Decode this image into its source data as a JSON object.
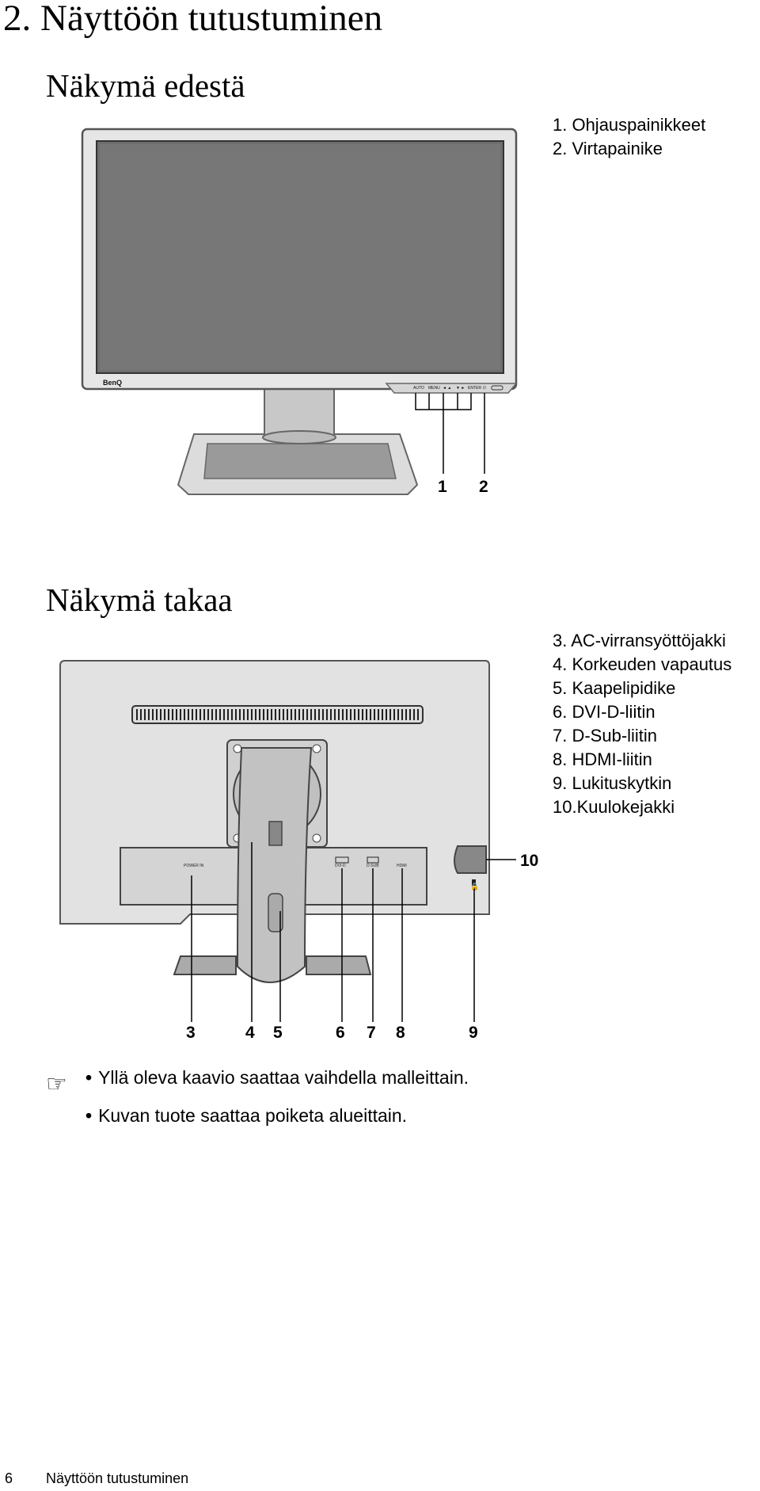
{
  "page_title": "2. Näyttöön tutustuminen",
  "front": {
    "heading": "Näkymä edestä",
    "legend": [
      "1.  Ohjauspainikkeet",
      "2.  Virtapainike"
    ],
    "brand": "BenQ",
    "buttons": [
      "AUTO",
      "MENU",
      "◄ ▲",
      "▼ ►",
      "ENTER",
      "⏻"
    ],
    "callouts": [
      "1",
      "2"
    ]
  },
  "back": {
    "heading": "Näkymä takaa",
    "legend": [
      "3.  AC-virransyöttöjakki",
      "4.  Korkeuden vapautus",
      "5.  Kaapelipidike",
      "6.  DVI-D-liitin",
      "7.  D-Sub-liitin",
      "8.  HDMI-liitin",
      "9.  Lukituskytkin",
      "10.Kuulokejakki"
    ],
    "port_labels": [
      "POWER IN",
      "DVI-D",
      "D-SUB",
      "HDMI"
    ],
    "callouts": [
      "3",
      "4",
      "5",
      "6",
      "7",
      "8",
      "9",
      "10"
    ]
  },
  "notes": [
    "Yllä oleva kaavio saattaa vaihdella malleittain.",
    "Kuvan tuote saattaa poiketa alueittain."
  ],
  "footer": {
    "page_number": "6",
    "text": "Näyttöön tutustuminen"
  }
}
